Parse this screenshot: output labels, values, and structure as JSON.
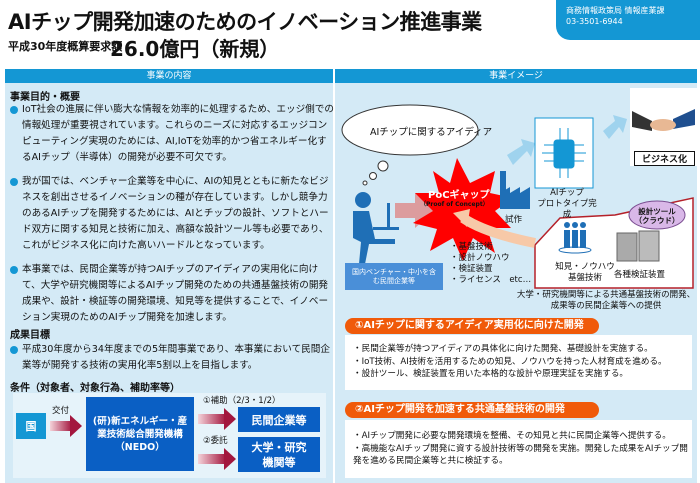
{
  "header": {
    "title": "AIチップ開発加速のためのイノベーション推進事業",
    "budget_label": "平成30年度概算要求額",
    "budget_amount": "26.0億円（新規）",
    "dept_line1": "商務情報政策局 情報産業課",
    "dept_line2": "03-3501-6944"
  },
  "left": {
    "header": "事業の内容",
    "purpose_heading": "事業目的・概要",
    "bullets": [
      "IoT社会の進展に伴い膨大な情報を効率的に処理するため、エッジ側での情報処理が重要視されています。これらのニーズに対応するエッジコンピューティング実現のためには、AI,IoTを効率的かつ省エネルギー化するAIチップ（半導体）の開発が必要不可欠です。",
      "我が国では、ベンチャー企業等を中心に、AIの知見とともに新たなビジネスを創出させるイノベーションの種が存在しています。しかし競争力のあるAIチップを開発するためには、AIとチップの設計、ソフトとハード双方に関する知見と技術に加え、高額な設計ツール等も必要であり、これがビジネス化に向けた高いハードルとなっています。",
      "本事業では、民間企業等が持つAIチップのアイディアの実用化に向けて、大学や研究機関等によるAIチップ開発のための共通基盤技術の開発成果や、設計・検証等の開発環境、知見等を提供することで、イノベーション実現のためのAIチップ開発を加速します。"
    ],
    "goal_heading": "成果目標",
    "goal_bullet": "平成30年度から34年度までの5年間事業であり、本事業において民間企業等が開発する技術の実用化率5割以上を目指します。",
    "conditions_heading": "条件（対象者、対象行為、補助率等）",
    "scheme": {
      "country": "国",
      "grant": "交付",
      "nedo": "(研)新エネルギー・産業技術総合開発機構（NEDO）",
      "subsidy": "①補助（2/3・1/2）",
      "private": "民間企業等",
      "commission": "②委託",
      "univ": "大学・研究機関等"
    }
  },
  "right": {
    "header": "事業イメージ",
    "cloud": "AIチップに関するアイディア",
    "poc": "PoCギャップ",
    "poc_sub": "（Proof of Concept）",
    "trial": "試作",
    "chip_label_1": "AIチップ",
    "chip_label_2": "プロトタイプ完成",
    "business": "ビジネス化",
    "tools_1": "設計ツール",
    "tools_2": "（クラウド）",
    "knowhow_1": "知見・ノウハウ",
    "knowhow_2": "基盤技術",
    "devices": "各種検証装置",
    "ventures": "国内ベンチャー・中小を含む民間企業等",
    "provided": [
      "・基盤技術",
      "・設計ノウハウ",
      "・検証装置",
      "・ライセンス　etc…"
    ],
    "caption": "大学・研究機関等による共通基盤技術の開発、成果等の民間企業等への提供",
    "section1": {
      "title": "①AIチップに関するアイディア実用化に向けた開発",
      "items": [
        "・民間企業等が持つアイディアの具体化に向けた開発、基礎設計を実施する。",
        "・IoT技術、AI技術を活用するための知見、ノウハウを持った人材育成を進める。",
        "・設計ツール、検証装置を用いた本格的な設計や原理実証を実施する。"
      ]
    },
    "section2": {
      "title": "②AIチップ開発を加速する共通基盤技術の開発",
      "items": [
        "・AIチップ開発に必要な開発環境を整備、その知見と共に民間企業等へ提供する。",
        "・高機能なAIチップ開発に資する設計技術等の開発を実施。開発した成果をAIチップ開発を進める民間企業等と共に検証する。"
      ]
    }
  },
  "colors": {
    "header_blue": "#1497d4",
    "panel": "#d4eaf6",
    "nedo_blue": "#0a5fc4",
    "orange": "#f05a0a",
    "arrow": "#a3163e",
    "poc_red": "#ff0000"
  }
}
